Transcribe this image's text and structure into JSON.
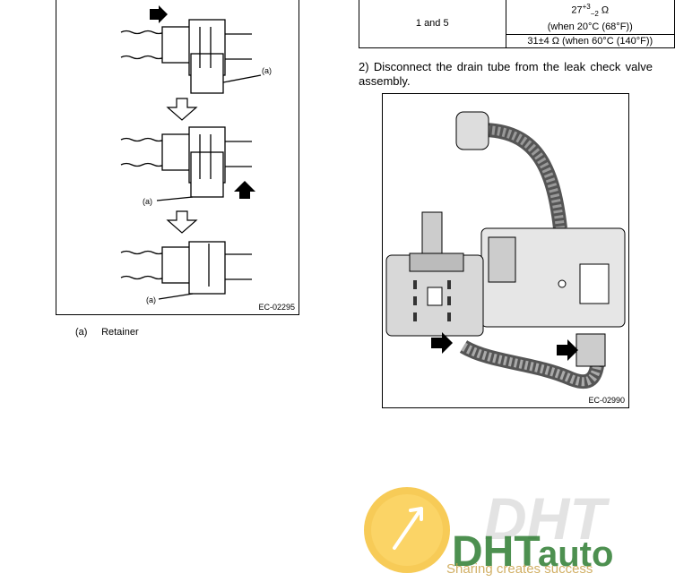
{
  "left_figure": {
    "callout_a": "(a)",
    "code": "EC-02295"
  },
  "legend": {
    "key": "(a)",
    "label": "Retainer"
  },
  "spec_table": {
    "terminal": "1 and 5",
    "value1_main": "27",
    "value1_sup": "+3",
    "value1_sub": "−2",
    "value1_unit": " Ω",
    "value1_condition": "(when 20°C (68°F))",
    "value2": "31±4 Ω (when 60°C (140°F))"
  },
  "step": {
    "text": "2) Disconnect the drain tube from the leak check valve assembly."
  },
  "right_figure": {
    "code": "EC-02990"
  },
  "watermark": {
    "brand": "DHTauto",
    "tagline": "Sharing creates success"
  }
}
